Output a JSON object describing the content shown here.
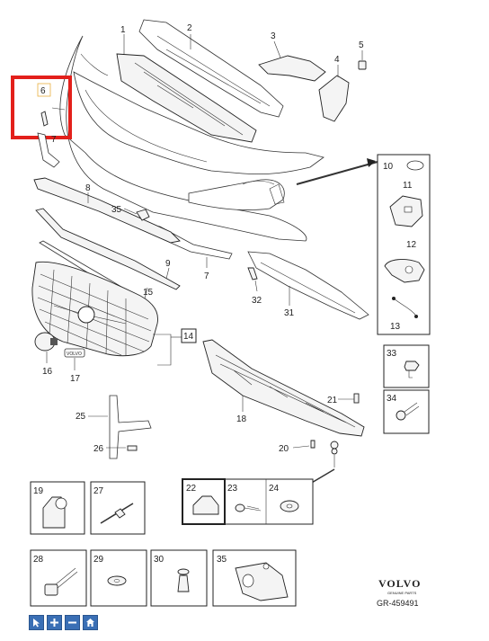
{
  "callouts": {
    "c1": "1",
    "c2": "2",
    "c3": "3",
    "c4": "4",
    "c5": "5",
    "c6": "6",
    "c7a": "7",
    "c7b": "7",
    "c8": "8",
    "c9": "9",
    "c10": "10",
    "c11": "11",
    "c12": "12",
    "c13": "13",
    "c14": "14",
    "c15": "15",
    "c16": "16",
    "c17": "17",
    "c18": "18",
    "c19": "19",
    "c20": "20",
    "c21": "21",
    "c22": "22",
    "c23": "23",
    "c24": "24",
    "c25": "25",
    "c26": "26",
    "c27": "27",
    "c28": "28",
    "c29": "29",
    "c30": "30",
    "c31": "31",
    "c32": "32",
    "c33": "33",
    "c34": "34",
    "c35a": "35",
    "c35b": "35"
  },
  "emblem_text": "VOLVO",
  "brand": {
    "logo": "VOLVO",
    "tagline": "GENUINE PARTS",
    "reference": "GR-459491"
  },
  "highlight": {
    "color": "#e3201b",
    "target": "6"
  },
  "toolbar": {
    "icons": [
      "cursor-icon",
      "zoom-in-icon",
      "zoom-out-icon",
      "home-icon"
    ],
    "color": "#3a6fb5"
  }
}
